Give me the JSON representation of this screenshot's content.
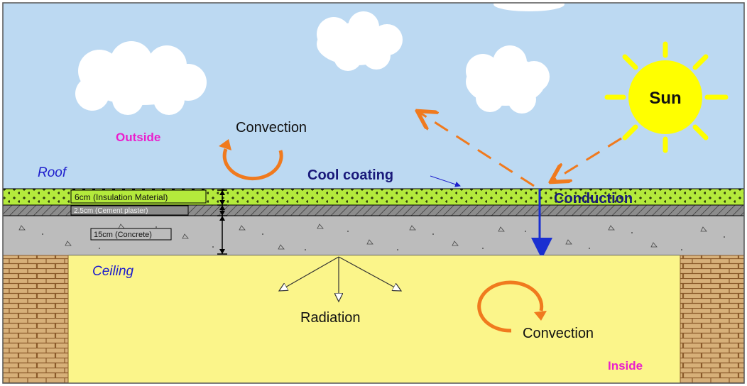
{
  "labels": {
    "sun": "Sun",
    "outside": "Outside",
    "roof": "Roof",
    "convection_top": "Convection",
    "cool_coating": "Cool coating",
    "conduction": "Conduction",
    "layer_insulation": "6cm (Insulation Material)",
    "layer_plaster": "2.5cm (Cement plaster)",
    "layer_concrete": "15cm (Concrete)",
    "ceiling": "Ceiling",
    "radiation": "Radiation",
    "convection_bottom": "Convection",
    "inside": "Inside"
  },
  "colors": {
    "sky": "#bcd9f2",
    "interior": "#fbf58a",
    "insulation": "#b4ea3c",
    "plaster": "#8c8c8c",
    "concrete": "#bcbcbc",
    "brick": "#d7b079",
    "sun": "#ffff00",
    "orange": "#f07a1e",
    "magenta": "#ea1fcc",
    "blue_label": "#1d1dcc",
    "navy_label": "#19197a",
    "conduction_arrow": "#1a2fd1"
  }
}
